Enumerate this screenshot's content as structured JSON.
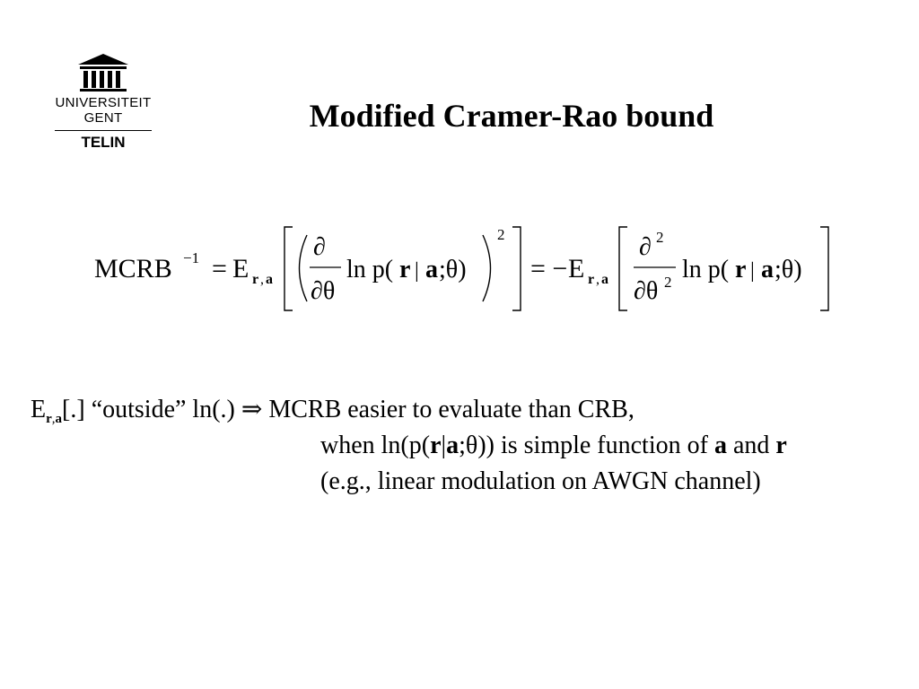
{
  "logo": {
    "university": "UNIVERSITEIT",
    "city": "GENT",
    "department": "TELIN",
    "icon": "university-building-icon"
  },
  "slide": {
    "title": "Modified Cramer-Rao bound"
  },
  "equation": {
    "mcrb": "MCRB",
    "inv": "−1",
    "eq": "=",
    "E": "E",
    "sub_r": "r",
    "sub_comma": ",",
    "sub_a": "a",
    "partial": "∂",
    "partial_theta": "∂θ",
    "ln_p_open": "ln p(",
    "r": "r",
    "bar": "|",
    "a": "a",
    "semi_theta_close": ";θ)",
    "sq": "2",
    "eq_neg": "= −",
    "partial_sq": "∂",
    "partial_sq_exp": "2",
    "partial_theta_sq": "∂θ",
    "theta_sq_exp": "2"
  },
  "text": {
    "line1": {
      "E": "E",
      "sub_r": "r",
      "sub_comma": ",",
      "sub_a": "a",
      "bracket": "[.]",
      "quote": "“outside” ln(.)",
      "implies": "⇒",
      "rest": "MCRB easier to evaluate than CRB,"
    },
    "line2": {
      "pre": "when ln(p(",
      "r": "r",
      "bar": "|",
      "a": "a",
      "post": ";θ)) is simple function of",
      "a2": "a",
      "and": "and",
      "r2": "r"
    },
    "line3": "(e.g., linear modulation on AWGN channel)"
  }
}
